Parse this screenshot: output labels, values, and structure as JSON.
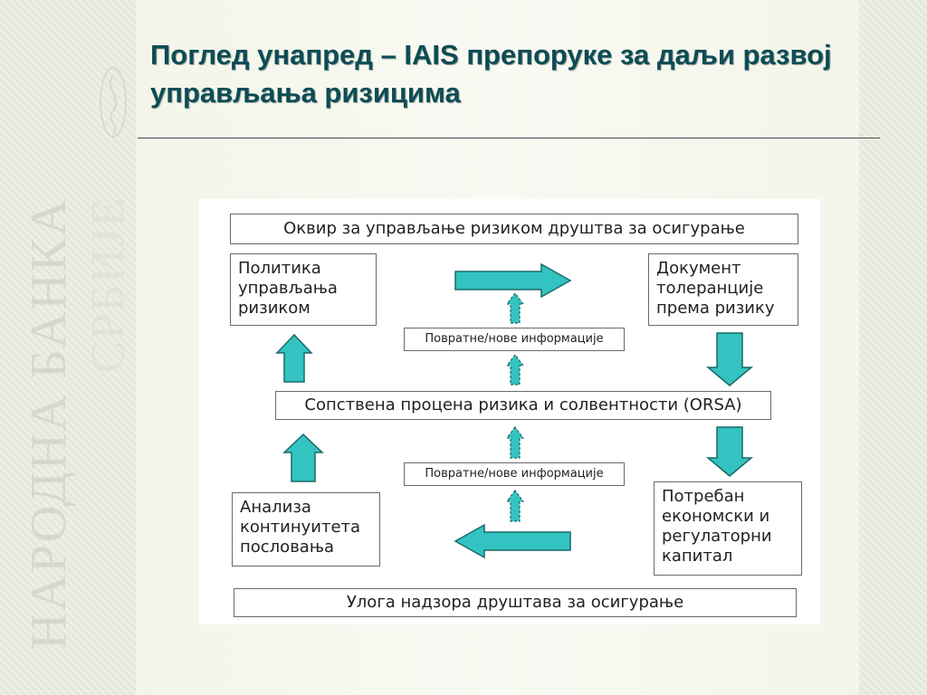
{
  "slide": {
    "title": "Поглед унапред – IAIS препоруке за даљи развој управљања ризицима",
    "watermark_line1": "НАРОДНА БАНКА",
    "watermark_line2": "СРБИЈЕ"
  },
  "diagram": {
    "top_banner": "Оквир за управљање ризиком друштва за осигурање",
    "box_policy": "Политика\nуправљања\nризиком",
    "box_tolerance": "Документ\nтолеранције\nпрема ризику",
    "feedback_top": "Повратне/нове информације",
    "orsa": "Сопствена процена ризика и солвентности (ORSA)",
    "feedback_bottom": "Повратне/нове информације",
    "box_continuity": "Анализа\nконтинуитета\nпословања",
    "box_capital": "Потребан\nекономски и\nрегулаторни\nкапитал",
    "bottom_banner": "Улога надзора друштава за осигурање",
    "colors": {
      "arrow_fill": "#33c3c0",
      "arrow_stroke": "#1a6a6a",
      "box_border": "#6a6a6a"
    }
  }
}
